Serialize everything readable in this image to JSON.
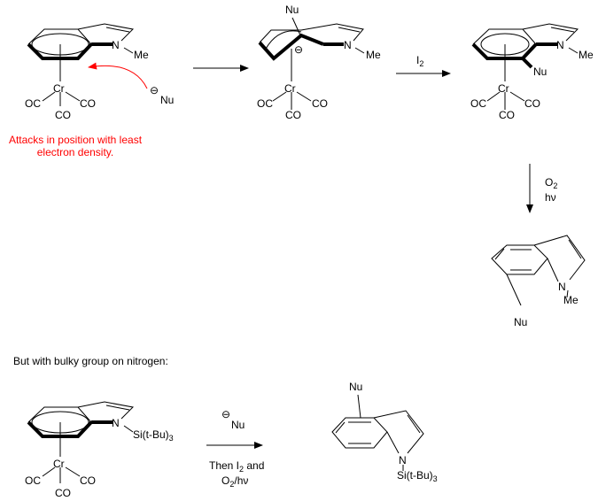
{
  "reactant": {
    "n_label": "N",
    "me": "Me",
    "cr": "Cr",
    "oc": "OC",
    "co1": "CO",
    "co2": "CO"
  },
  "nucleophile": {
    "charge": "⊖",
    "label": "Nu"
  },
  "annotation": {
    "line1": "Attacks in position with least",
    "line2": "electron density.",
    "color": "#ff0000"
  },
  "intermediate": {
    "nu": "Nu",
    "charge": "⊖",
    "n_label": "N",
    "me": "Me",
    "cr": "Cr",
    "oc": "OC",
    "co1": "CO",
    "co2": "CO"
  },
  "step2": {
    "reagent": "I",
    "reagent_sub": "2"
  },
  "product_complex": {
    "nu": "Nu",
    "n_label": "N",
    "me": "Me",
    "cr": "Cr",
    "oc": "OC",
    "co1": "CO",
    "co2": "CO"
  },
  "step3": {
    "line1": "O",
    "line1_sub": "2",
    "line2": "hν"
  },
  "product1": {
    "nu": "Nu",
    "n_label": "N",
    "me": "Me"
  },
  "bulky_note": "But with bulky group on nitrogen:",
  "reactant2": {
    "n_label": "N",
    "substituent": "Si(t-Bu)",
    "substituent_sub": "3",
    "cr": "Cr",
    "oc": "OC",
    "co1": "CO",
    "co2": "CO"
  },
  "step4": {
    "charge": "⊖",
    "nu": "Nu",
    "then": "Then I",
    "then_sub": "2",
    "then_end": " and",
    "line2": "O",
    "line2_sub": "2",
    "line2_end": "/hν"
  },
  "product2": {
    "nu": "Nu",
    "n_label": "N",
    "substituent": "Si(t-Bu)",
    "substituent_sub": "3"
  }
}
